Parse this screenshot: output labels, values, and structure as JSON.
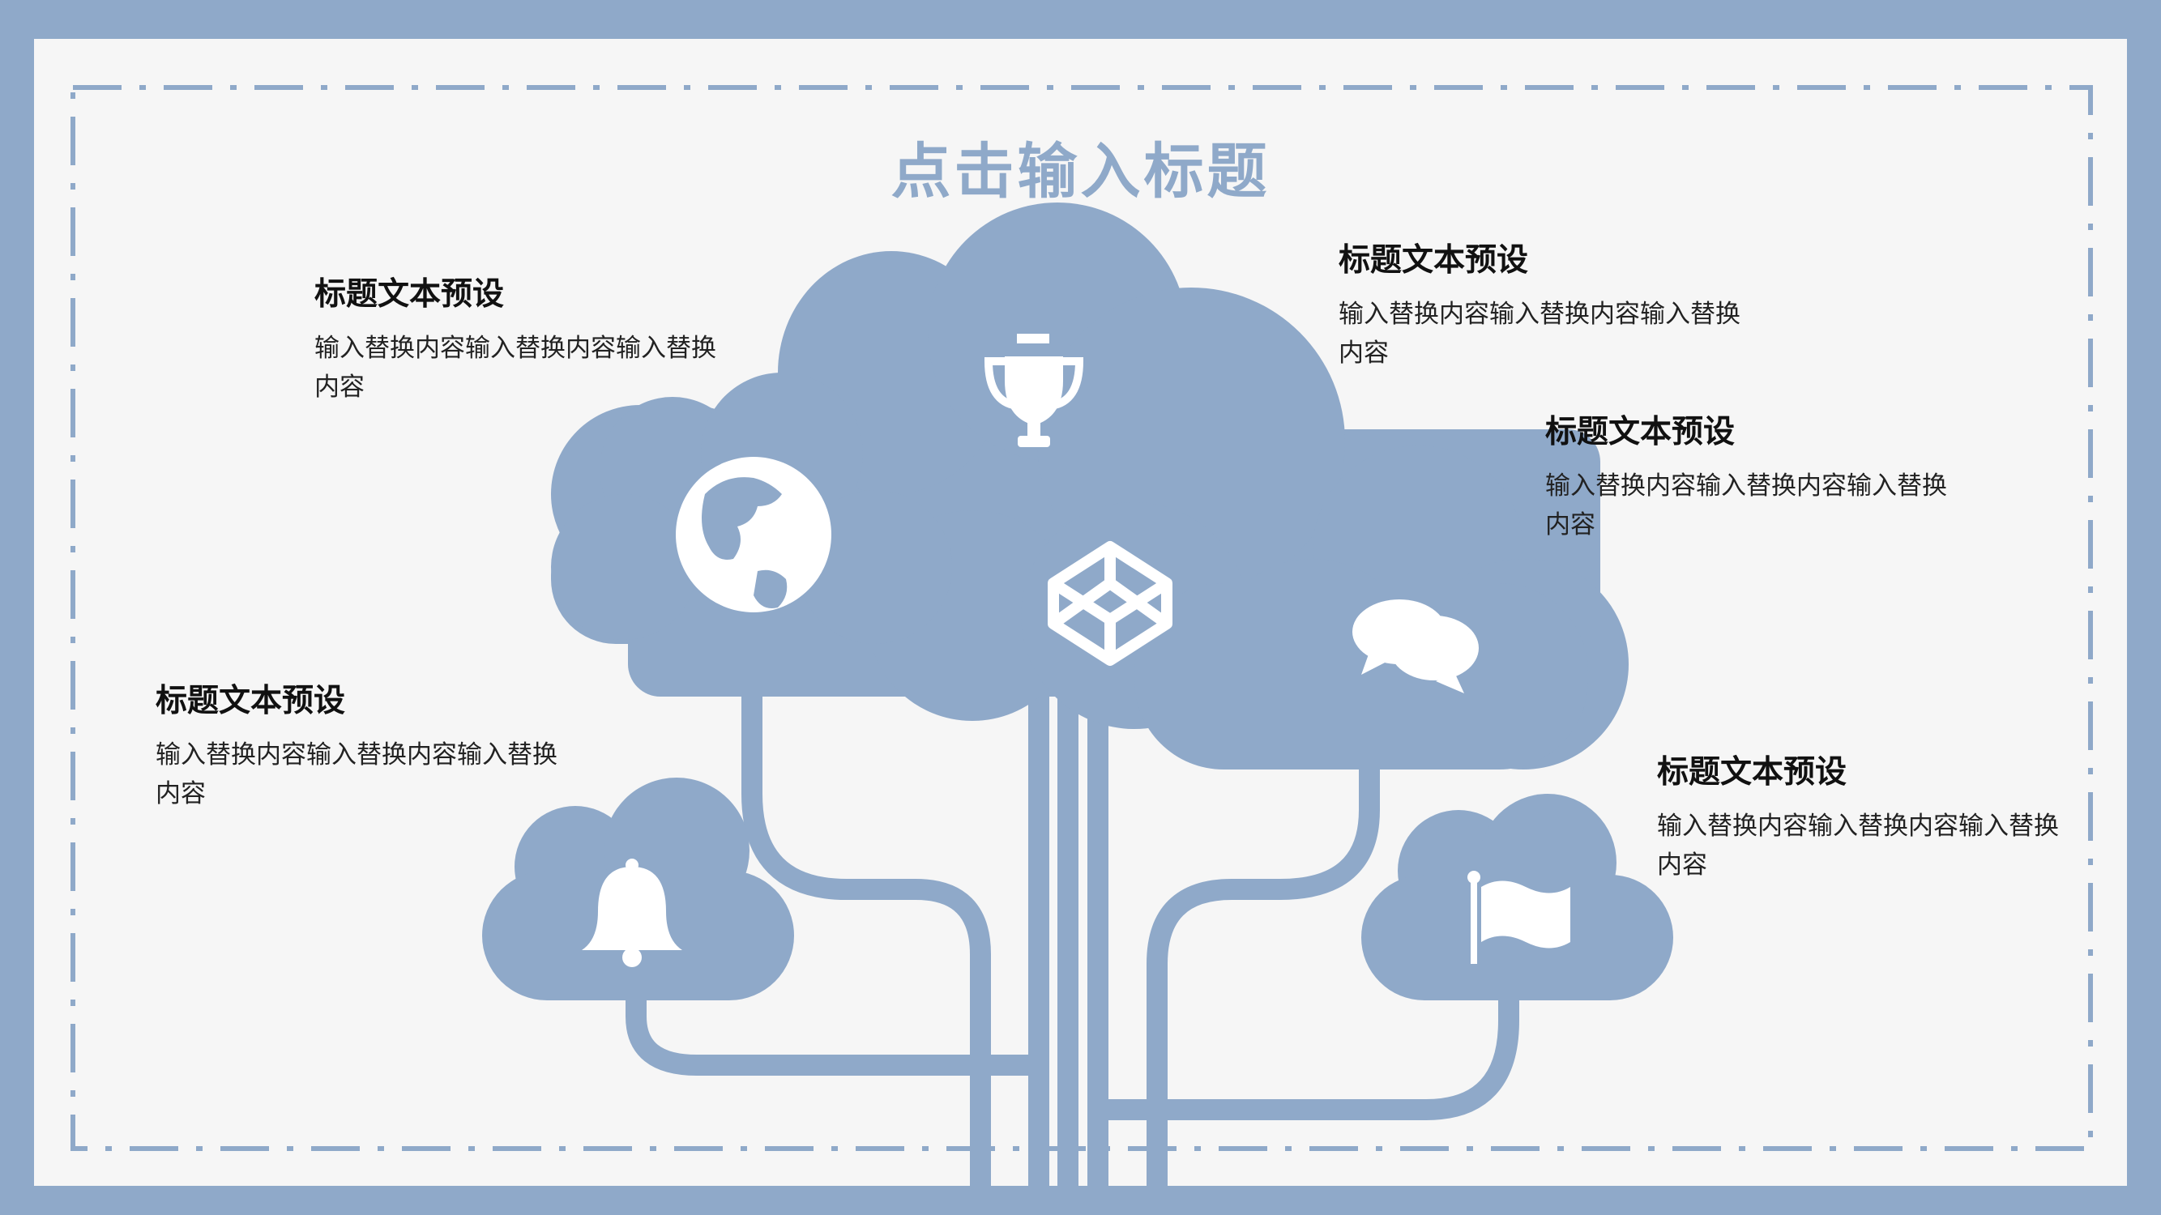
{
  "title": "点击输入标题",
  "colors": {
    "accent": "#8fa9c9",
    "background": "#f6f6f6",
    "text": "#111111"
  },
  "items": [
    {
      "heading": "标题文本预设",
      "body": "输入替换内容输入替换内容输入替换内容",
      "icon": "globe-icon"
    },
    {
      "heading": "标题文本预设",
      "body": "输入替换内容输入替换内容输入替换内容",
      "icon": "trophy-icon"
    },
    {
      "heading": "标题文本预设",
      "body": "输入替换内容输入替换内容输入替换内容",
      "icon": "chat-bubbles-icon"
    },
    {
      "heading": "标题文本预设",
      "body": "输入替换内容输入替换内容输入替换内容",
      "icon": "bell-icon"
    },
    {
      "heading": "标题文本预设",
      "body": "输入替换内容输入替换内容输入替换内容",
      "icon": "flag-icon"
    }
  ],
  "center_icon": "box-icon"
}
